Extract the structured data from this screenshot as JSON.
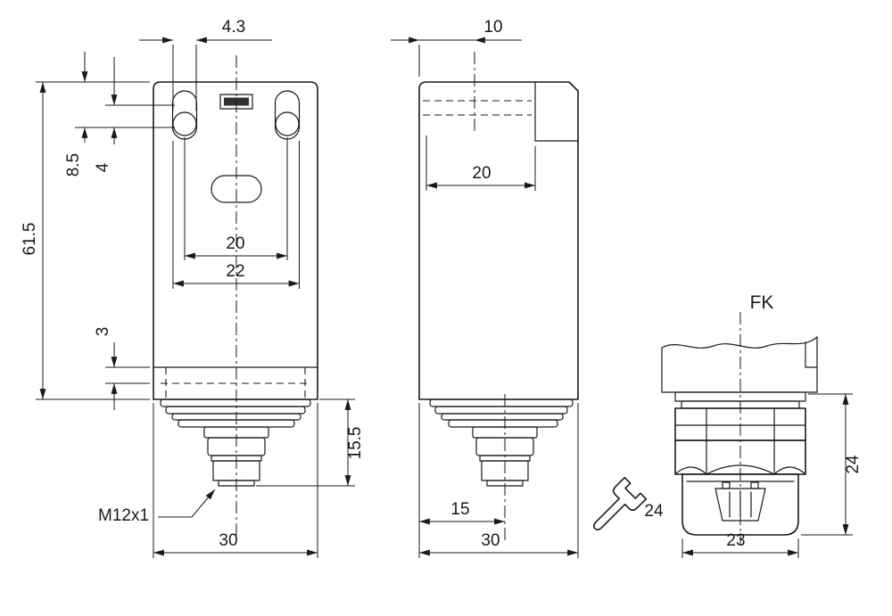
{
  "front": {
    "dim43": "4.3",
    "dim85": "8.5",
    "dim4": "4",
    "dim615": "61.5",
    "dim20": "20",
    "dim22": "22",
    "dim3": "3",
    "dim155": "15.5",
    "thread": "M12x1",
    "dim30": "30"
  },
  "side": {
    "dim10": "10",
    "dim20": "20",
    "dim15": "15",
    "dim30": "30"
  },
  "detail": {
    "label": "FK",
    "wrench_size": "24",
    "dim24": "24",
    "dim23": "23"
  },
  "colors": {
    "line": "#1a1a1a",
    "background": "#ffffff"
  },
  "icons": {
    "wrench": "open-end-wrench-icon"
  }
}
